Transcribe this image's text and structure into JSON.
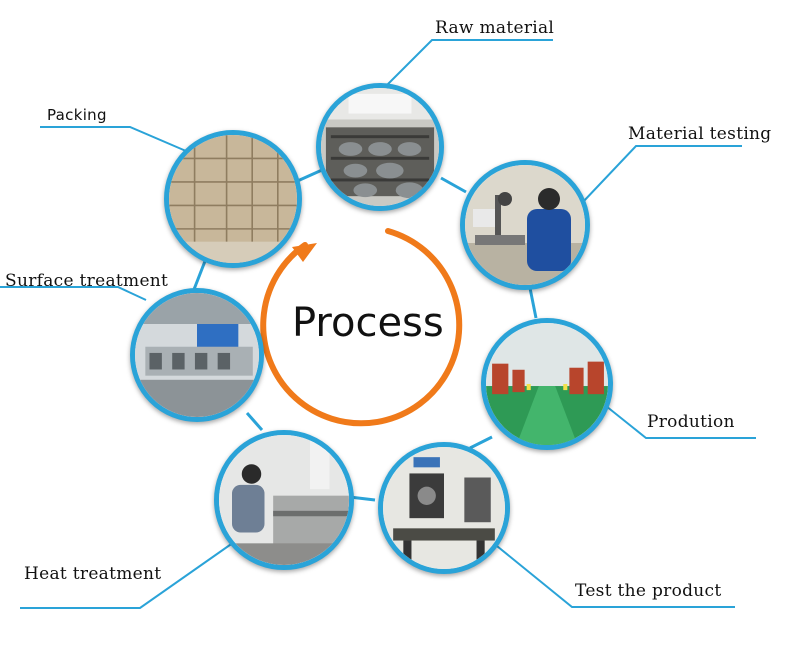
{
  "center": {
    "title": "Process"
  },
  "steps": [
    {
      "key": "raw",
      "label": "Raw material"
    },
    {
      "key": "testing",
      "label": "Material testing"
    },
    {
      "key": "production",
      "label": "Prodution"
    },
    {
      "key": "test",
      "label": "Test the product"
    },
    {
      "key": "heat",
      "label": "Heat treatment"
    },
    {
      "key": "surface",
      "label": "Surface treatment"
    },
    {
      "key": "packing",
      "label": "Packing"
    }
  ],
  "colors": {
    "ring": "#2aa3d8",
    "connector": "#2aa3d8",
    "arrow": "#f07a1a"
  },
  "icons": {
    "arrow": "circular-orange-arrow-icon"
  }
}
